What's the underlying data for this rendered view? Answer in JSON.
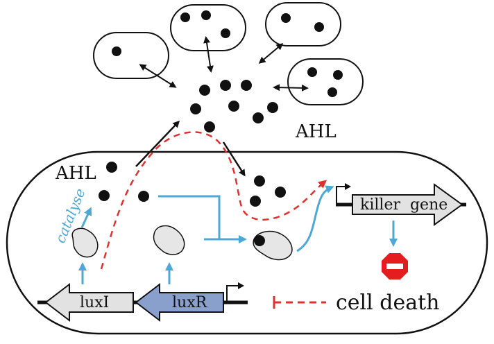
{
  "labels": {
    "ahl_outside": "AHL",
    "ahl_inside": "AHL",
    "catalyse": "catalyse",
    "killer_gene": "killer  gene",
    "luxI": "luxI",
    "luxR": "luxR",
    "cell_death": "cell death"
  },
  "colors": {
    "outline": "#111111",
    "cyan": "#4ea8d6",
    "red_dash": "#e03030",
    "luxR_fill": "#8aa0cc",
    "gene_fill": "#e2e2e2",
    "protein_fill": "#e6e6e6",
    "stop_red": "#e41e1e"
  },
  "icons": [
    "stop-sign-icon",
    "promoter-arrow-icon",
    "double-arrow-icon",
    "inhibition-arrow-icon"
  ]
}
